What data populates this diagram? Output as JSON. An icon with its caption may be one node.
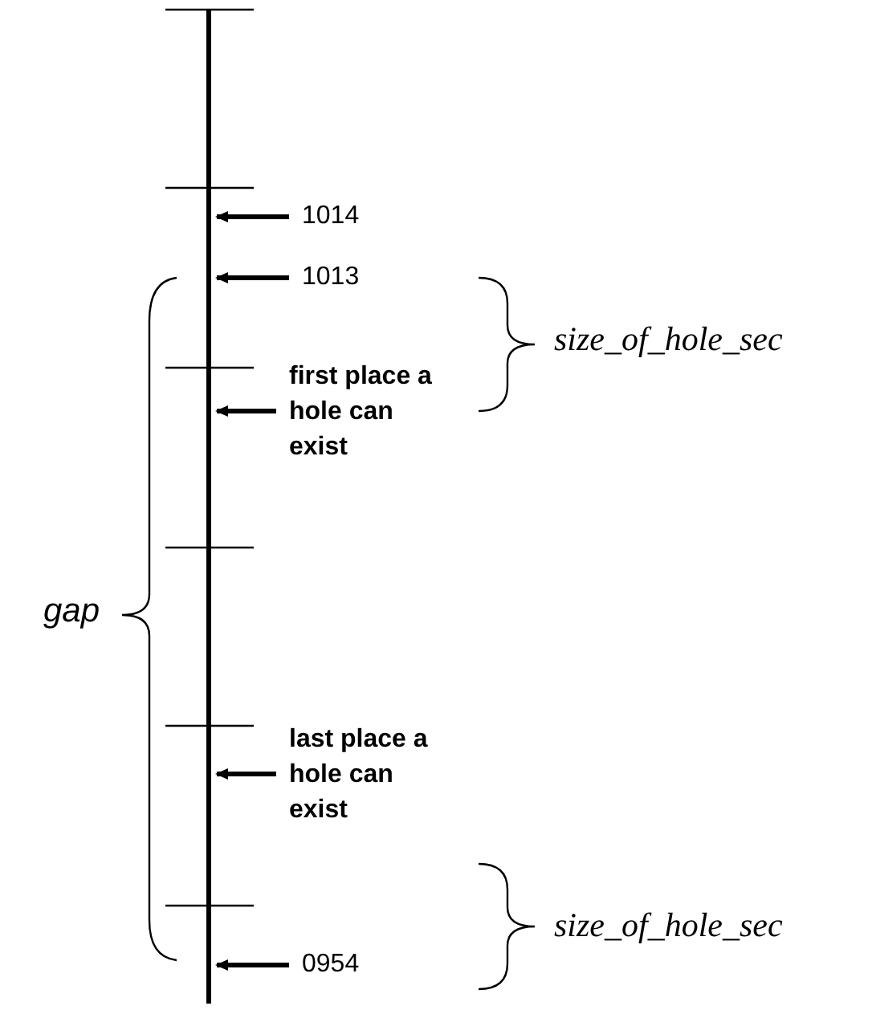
{
  "diagram": {
    "nodes": [
      {
        "text": [
          "1014"
        ]
      },
      {
        "text": [
          "1013"
        ]
      },
      {
        "text": [
          "first place a hole can exist"
        ]
      },
      {
        "text": [
          "last place a hole can exist"
        ]
      },
      {
        "text": [
          "0954"
        ]
      }
    ],
    "edges": [
      {
        "from": 0,
        "to": null,
        "arrow": "to"
      },
      {
        "from": 1,
        "to": null,
        "arrow": "to"
      },
      {
        "from": 2,
        "to": null,
        "arrow": "to"
      },
      {
        "from": 3,
        "to": null,
        "arrow": "to"
      },
      {
        "from": 4,
        "to": null,
        "arrow": "to"
      }
    ],
    "labels": [
      "size_of_hole_sec",
      "gap",
      "size_of_hole_sec"
    ]
  }
}
